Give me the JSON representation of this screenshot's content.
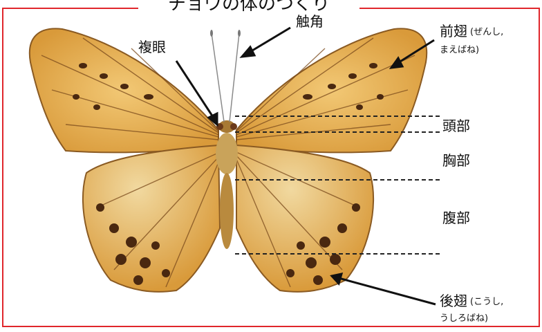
{
  "title": "チョウの体のつくり",
  "labels": {
    "antenna": "触角",
    "compound_eye": "複眼",
    "forewing": "前翅",
    "forewing_reading": "(ぜんし,",
    "forewing_reading2": "まえばね)",
    "head": "頭部",
    "thorax": "胸部",
    "abdomen": "腹部",
    "hindwing": "後翅",
    "hindwing_reading": "(こうし,",
    "hindwing_reading2": "うしろばね)"
  },
  "colors": {
    "frame": "#e0262b",
    "wing": "#e9b756",
    "wing_dark": "#c98a2c",
    "vein": "#7a4a1c",
    "spot": "#4a2810",
    "body": "#b98a3e"
  }
}
